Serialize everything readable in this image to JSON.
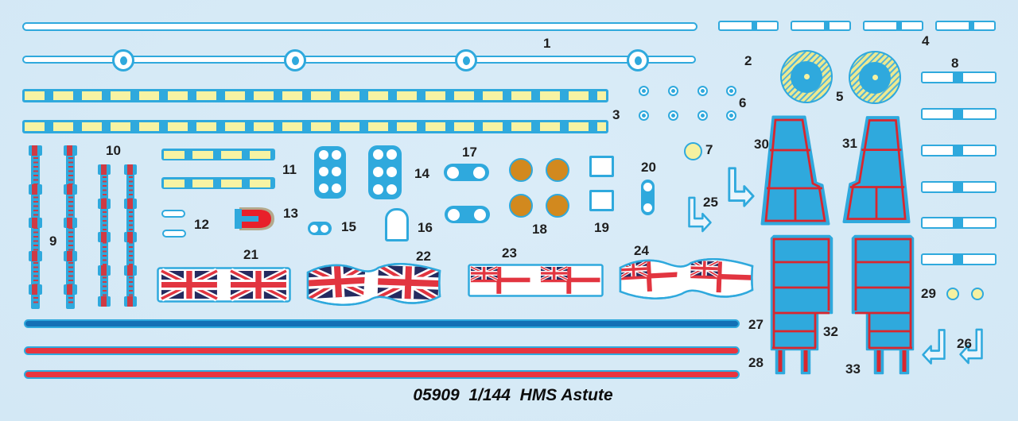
{
  "sheet": {
    "footer": "05909  1/144  HMS Astute"
  },
  "labels": {
    "n1": "1",
    "n2": "2",
    "n3": "3",
    "n4": "4",
    "n5": "5",
    "n6": "6",
    "n7": "7",
    "n8": "8",
    "n9": "9",
    "n10": "10",
    "n11": "11",
    "n12": "12",
    "n13": "13",
    "n14": "14",
    "n15": "15",
    "n16": "16",
    "n17": "17",
    "n18": "18",
    "n19": "19",
    "n20": "20",
    "n21": "21",
    "n22": "22",
    "n23": "23",
    "n24": "24",
    "n25": "25",
    "n26": "26",
    "n27": "27",
    "n28": "28",
    "n29": "29",
    "n30": "30",
    "n31": "31",
    "n32": "32",
    "n33": "33"
  },
  "colors": {
    "background": "#d3e8f5",
    "decal_blue": "#2fa9dd",
    "pale_yellow": "#f7f3a3",
    "hatch_yellow": "#ece98f",
    "stripe_navy": "#1470b5",
    "stripe_red": "#e8353f",
    "marking_red": "#d9262e",
    "orange": "#d2891e",
    "flag_navy": "#252b60",
    "flag_red": "#e23540",
    "tan": "#b3a98c",
    "label_ink": "#1f1f1f"
  }
}
